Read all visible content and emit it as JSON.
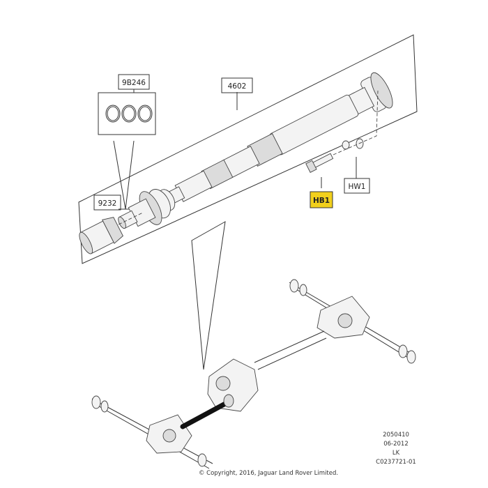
{
  "callouts": {
    "rings": "9B246",
    "shaft": "4602",
    "sleeve": "9232",
    "bolt": "HB1",
    "washer": "HW1"
  },
  "highlight_color": "#f2d01c",
  "meta": {
    "ref_number": "2050410",
    "date": "06-2012",
    "region": "LK",
    "drawing_code": "C0237721-01",
    "copyright": "© Copyright, 2016, Jaguar Land Rover Limited."
  }
}
